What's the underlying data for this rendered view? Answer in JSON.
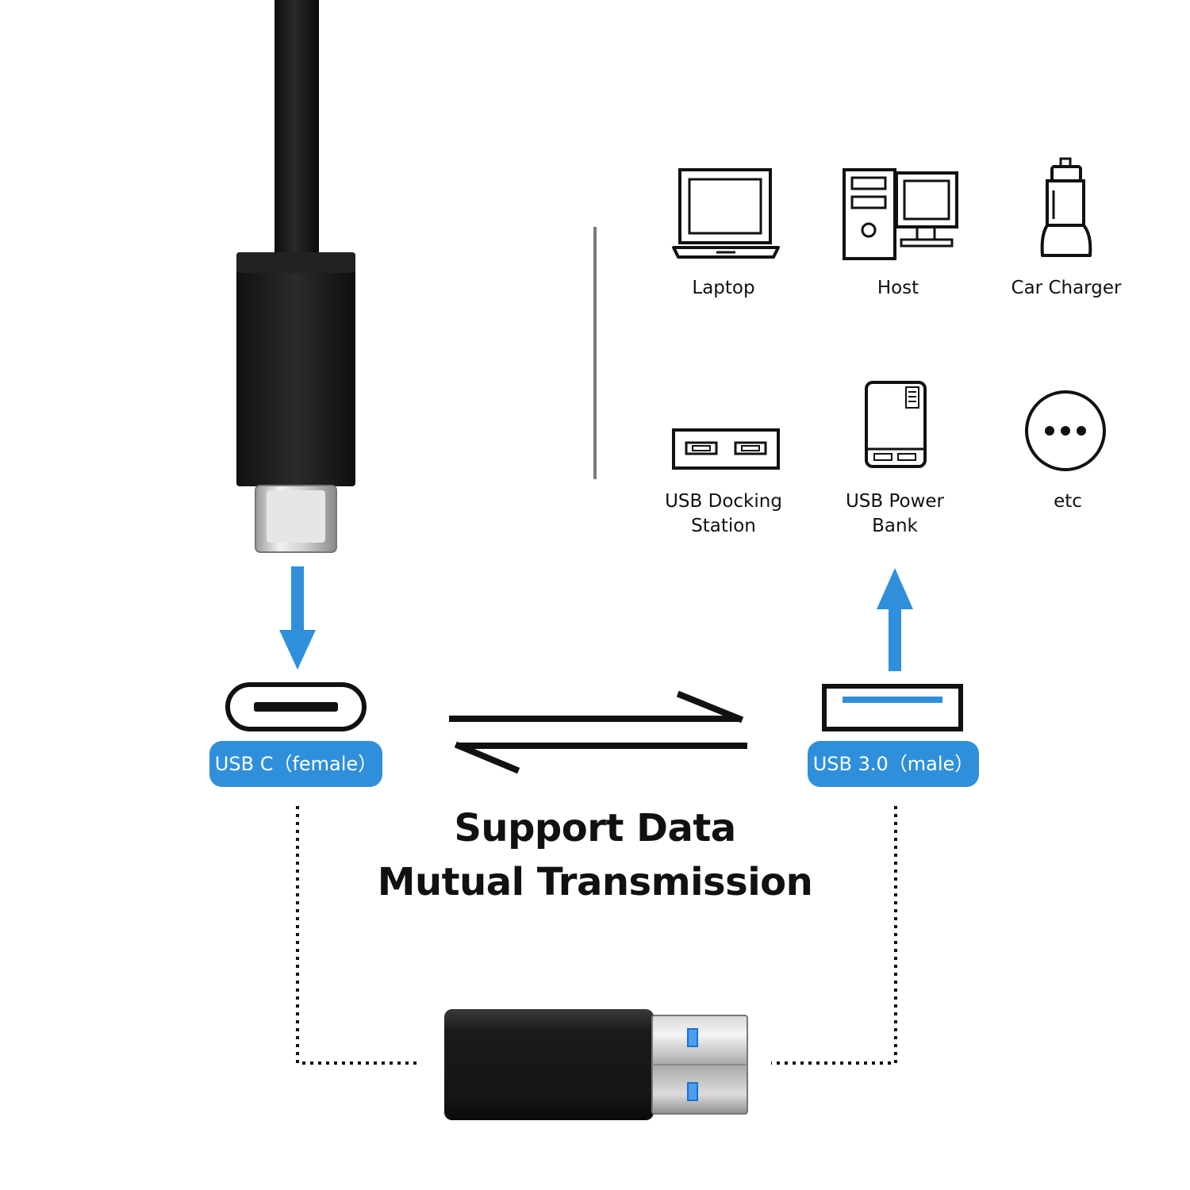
{
  "devices": {
    "laptop": "Laptop",
    "host": "Host",
    "car_charger": "Car Charger",
    "docking_station_line1": "USB Docking",
    "docking_station_line2": "Station",
    "power_bank_line1": "USB Power",
    "power_bank_line2": "Bank",
    "etc": "etc"
  },
  "ports": {
    "usb_c_label": "USB C（female）",
    "usb_a_label": "USB 3.0（male）"
  },
  "headline": {
    "line1": "Support Data",
    "line2": "Mutual Transmission"
  },
  "colors": {
    "accent_blue": "#2f8fda",
    "connector_black": "#1c1c1c",
    "text": "#111111"
  }
}
